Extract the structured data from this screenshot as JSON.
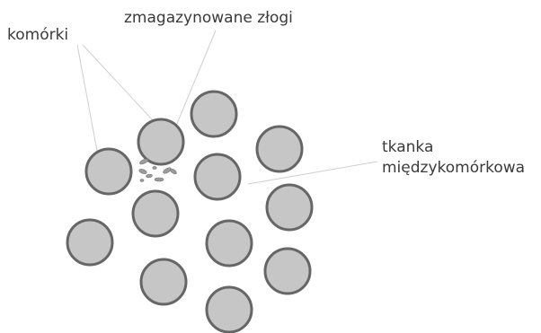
{
  "labels": {
    "cells": "komórki",
    "stored_deposits": "zmagazynowane złogi",
    "tissue_line1": "tkanka",
    "tissue_line2": "międzykomórkowa"
  },
  "colors": {
    "cell_fill": "#c6c6c6",
    "cell_stroke": "#666666",
    "granule": "#9a9a9a",
    "leader_line": "#cfcfcf",
    "text": "#3a3a3a"
  }
}
